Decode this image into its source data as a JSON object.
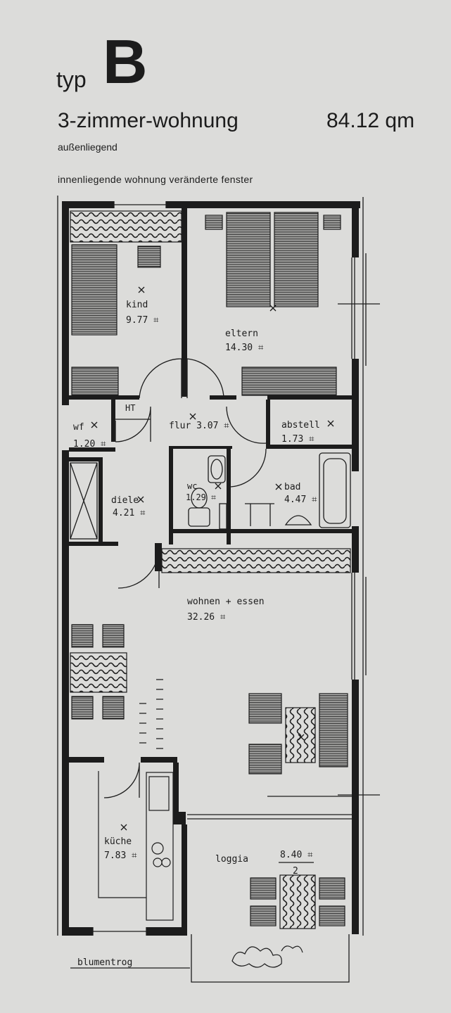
{
  "header": {
    "typ_prefix": "typ",
    "typ_letter": "B",
    "title": "3-zimmer-wohnung",
    "area": "84.12 qm",
    "subtitle_1": "außenliegend",
    "subtitle_2": "innenliegende wohnung veränderte fenster"
  },
  "rooms": [
    {
      "id": "kind",
      "name": "kind",
      "area": "9.77 ⌗"
    },
    {
      "id": "eltern",
      "name": "eltern",
      "area": "14.30 ⌗"
    },
    {
      "id": "wf",
      "name": "wf",
      "area": "1.20 ⌗"
    },
    {
      "id": "flur",
      "name": "flur 3.07 ⌗",
      "area": ""
    },
    {
      "id": "abstell",
      "name": "abstell",
      "area": "1.73 ⌗"
    },
    {
      "id": "diele",
      "name": "diele",
      "area": "4.21 ⌗"
    },
    {
      "id": "wc",
      "name": "wc",
      "area": "1.29 ⌗"
    },
    {
      "id": "bad",
      "name": "bad",
      "area": "4.47 ⌗"
    },
    {
      "id": "wohnen",
      "name": "wohnen + essen",
      "area": "32.26 ⌗"
    },
    {
      "id": "kueche",
      "name": "küche",
      "area": "7.83 ⌗"
    },
    {
      "id": "loggia",
      "name": "loggia",
      "area": "8.40 ⌗",
      "divisor": "2"
    }
  ],
  "labels": {
    "ht": "HT",
    "blumentrog": "blumentrog"
  },
  "colors": {
    "paper": "#dcdcda",
    "ink": "#1c1c1c"
  }
}
